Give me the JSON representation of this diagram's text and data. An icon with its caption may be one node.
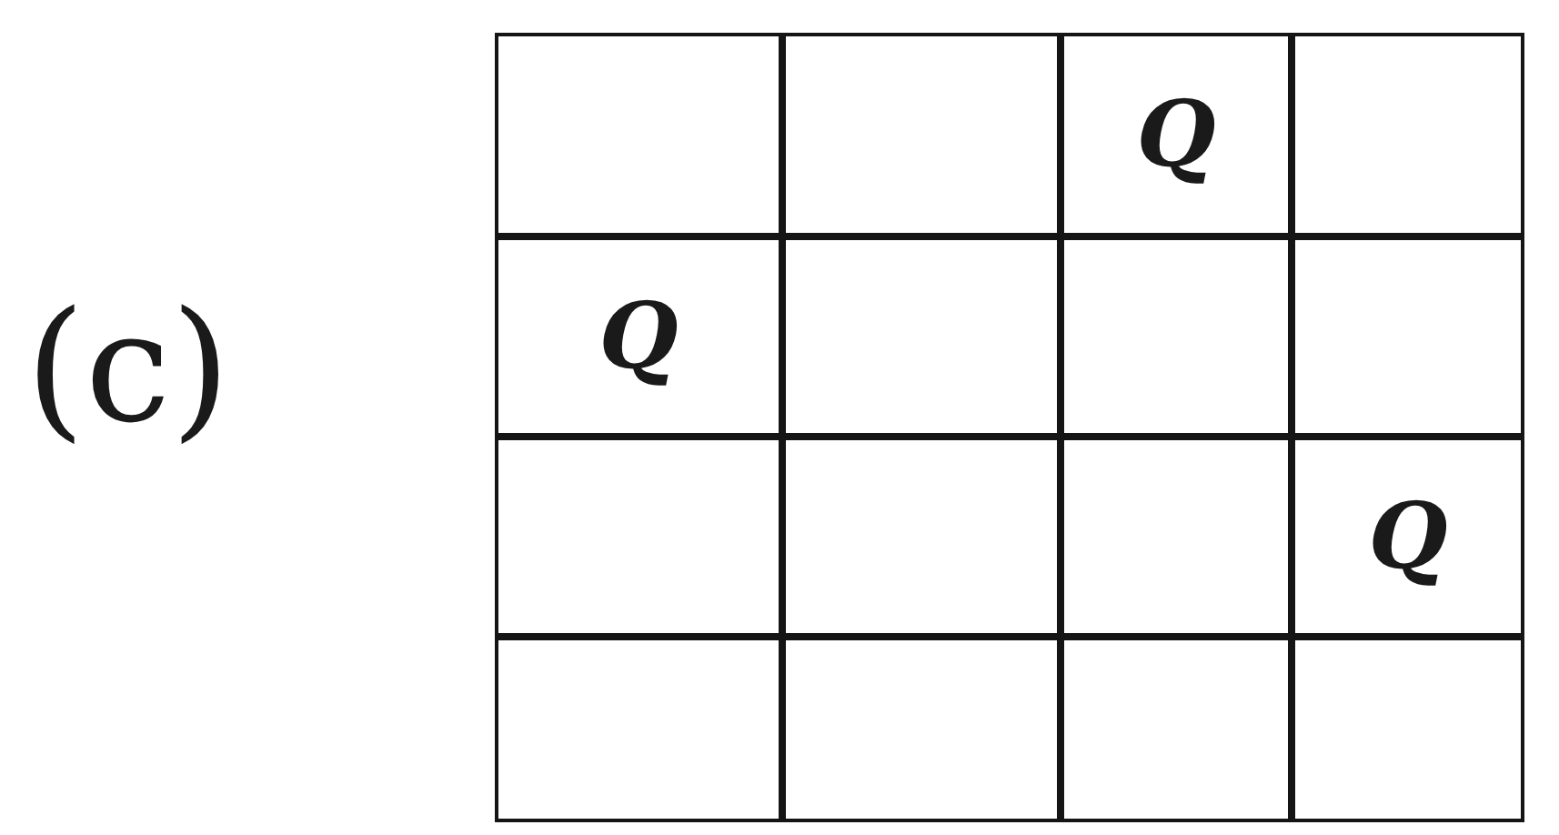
{
  "diagram": {
    "nodes": [
      {
        "text": [],
        "shape": "box"
      },
      {
        "text": [],
        "shape": "box"
      },
      {
        "text": [
          "Q"
        ]
      },
      {
        "text": [],
        "shape": "box"
      },
      {
        "text": [
          "Q"
        ]
      },
      {
        "text": [],
        "shape": "box"
      },
      {
        "text": [],
        "shape": "box"
      },
      {
        "text": [],
        "shape": "box"
      },
      {
        "text": [],
        "shape": "box"
      },
      {
        "text": [],
        "shape": "box"
      },
      {
        "text": [],
        "shape": "box"
      },
      {
        "text": [
          "Q"
        ]
      },
      {
        "text": [],
        "shape": "box"
      },
      {
        "text": [],
        "shape": "box"
      },
      {
        "text": [],
        "shape": "box"
      },
      {
        "text": [],
        "shape": "box"
      }
    ],
    "labels": [
      "(c)"
    ]
  }
}
